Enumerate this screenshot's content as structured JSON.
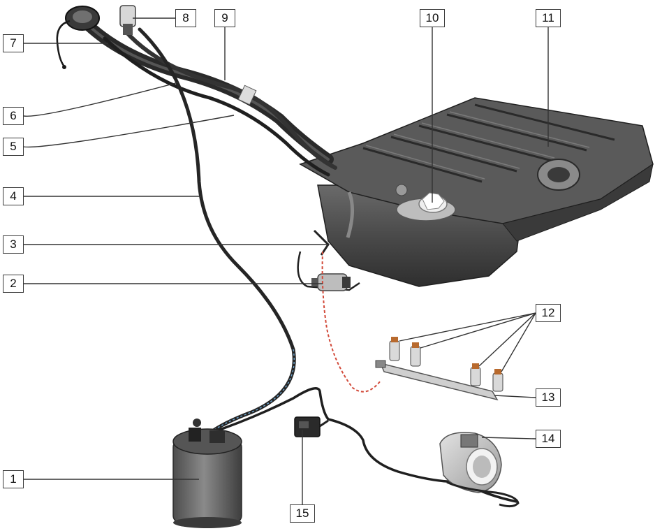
{
  "colors": {
    "leader": "#333333",
    "tank_body": "#4a4a4a",
    "tank_top": "#5e5e5e",
    "tank_dark": "#2b2b2b",
    "hose": "#2a2a2a",
    "fuel_line": "#d24a3a",
    "chrome": "#cfcfcf",
    "injector_tip": "#b86a2e",
    "canister": "#6b6b6b"
  },
  "callouts": {
    "c1": "1",
    "c2": "2",
    "c3": "3",
    "c4": "4",
    "c5": "5",
    "c6": "6",
    "c7": "7",
    "c8": "8",
    "c9": "9",
    "c10": "10",
    "c11": "11",
    "c12": "12",
    "c13": "13",
    "c14": "14",
    "c15": "15"
  }
}
